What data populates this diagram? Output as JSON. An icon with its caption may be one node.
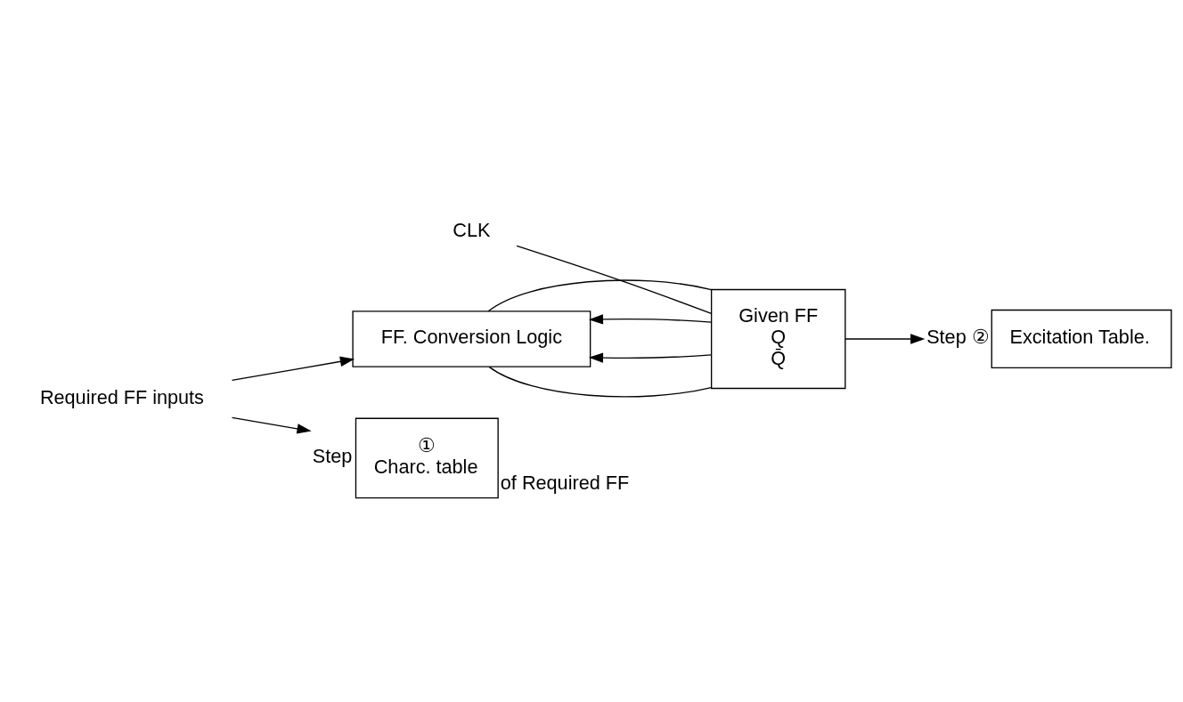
{
  "diagram": {
    "nodes": [
      {
        "text": [
          "FF. Conversion Logic"
        ]
      },
      {
        "text": [
          "Given FF",
          "Q",
          "Q̄"
        ]
      },
      {
        "text": [
          "Required FF inputs"
        ]
      },
      {
        "text": [
          "CLK"
        ]
      },
      {
        "text": [
          "①",
          "Charc. table"
        ],
        "beside": [
          "Step",
          "of Required FF"
        ]
      },
      {
        "text": [
          "Excitation Table."
        ],
        "beside": [
          "Step ②"
        ]
      }
    ],
    "edges": [
      {
        "from": 1,
        "to": 0,
        "arrow": "to"
      },
      {
        "from": 2,
        "to": 0,
        "arrow": "to"
      },
      {
        "from": 1,
        "to": 0,
        "arrow": "to"
      },
      {
        "from": 0,
        "to": 1,
        "arrow": "none"
      },
      {
        "from": 0,
        "to": 1,
        "arrow": "none"
      },
      {
        "from": 3,
        "to": 1,
        "arrow": "none"
      },
      {
        "from": 2,
        "to": 4,
        "arrow": "to"
      },
      {
        "from": 1,
        "to": 5,
        "arrow": "to"
      }
    ]
  }
}
